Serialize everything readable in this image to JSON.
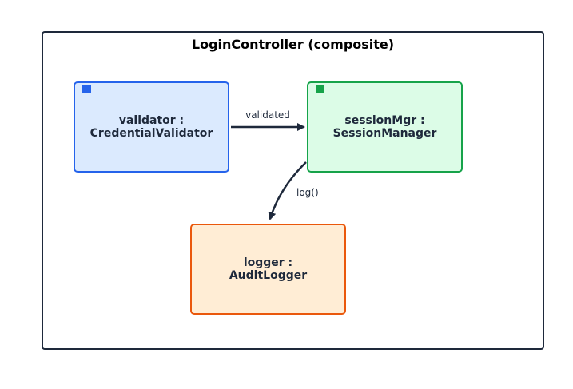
{
  "composite": {
    "title": "LoginController (composite)"
  },
  "parts": {
    "validator": {
      "line1": "validator :",
      "line2": "CredentialValidator",
      "color": "#2563eb",
      "fill": "#dbeafe"
    },
    "session": {
      "line1": "sessionMgr :",
      "line2": "SessionManager",
      "color": "#16a34a",
      "fill": "#dcfce7"
    },
    "logger": {
      "line1": "logger :",
      "line2": "AuditLogger",
      "color": "#ea580c",
      "fill": "#ffedd5"
    }
  },
  "connectors": {
    "validated": {
      "label": "validated",
      "from": "validator",
      "to": "session"
    },
    "log": {
      "label": "log()",
      "from": "session",
      "to": "logger"
    }
  }
}
